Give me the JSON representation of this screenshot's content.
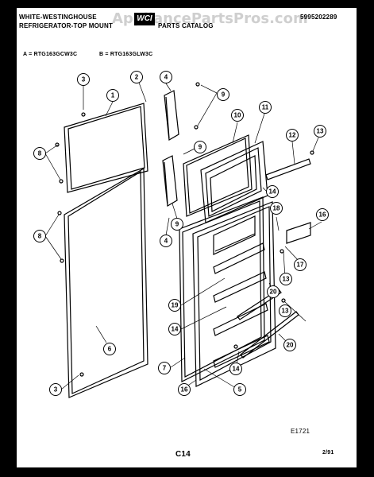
{
  "header": {
    "brand_line": "WHITE-WESTINGHOUSE",
    "product_line": "REFRIGERATOR-TOP MOUNT",
    "catalog_title": "PARTS CATALOG",
    "watermark": "AppliancePartsPros.com",
    "logo_text": "WCI",
    "part_number": "5995202289"
  },
  "models": {
    "a": "A = RTG163GCW3C",
    "b": "B = RTG163GLW3C"
  },
  "callouts": {
    "c1": "1",
    "c2": "2",
    "c3a": "3",
    "c3b": "3",
    "c4a": "4",
    "c4b": "4",
    "c5": "5",
    "c6": "6",
    "c7": "7",
    "c8a": "8",
    "c8b": "8",
    "c9a": "9",
    "c9b": "9",
    "c9c": "9",
    "c10": "10",
    "c11": "11",
    "c12": "12",
    "c13a": "13",
    "c13b": "13",
    "c13c": "13",
    "c14a": "14",
    "c14b": "14",
    "c14c": "14",
    "c16a": "16",
    "c16b": "16",
    "c17": "17",
    "c18": "18",
    "c19": "19",
    "c20a": "20",
    "c20b": "20"
  },
  "footer": {
    "figure_id": "E1721",
    "page_code": "C14",
    "date": "2/91"
  }
}
